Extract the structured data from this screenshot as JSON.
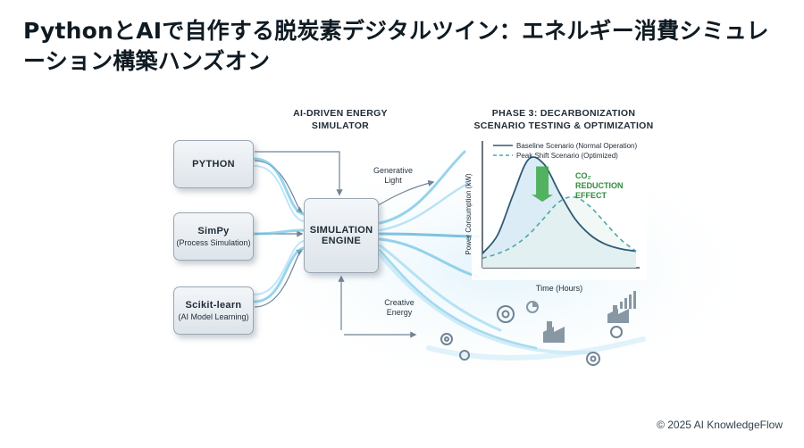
{
  "slide": {
    "title": "PythonとAIで自作する脱炭素デジタルツイン：エネルギー消費シミュレーション構築ハンズオン",
    "footer": "© 2025 AI KnowledgeFlow"
  },
  "diagram": {
    "simulator_heading": [
      "AI-DRIVEN ENERGY",
      "SIMULATOR"
    ],
    "phase_heading": [
      "PHASE 3: DECARBONIZATION",
      "SCENARIO TESTING & OPTIMIZATION"
    ],
    "inputs": [
      {
        "name": "PYTHON",
        "desc": ""
      },
      {
        "name": "SimPy",
        "desc": "(Process Simulation)"
      },
      {
        "name": "Scikit-learn",
        "desc": "(AI Model Learning)"
      }
    ],
    "engine": [
      "SIMULATION",
      "ENGINE"
    ],
    "annotations": {
      "generative": [
        "Generative",
        "Light"
      ],
      "creative": [
        "Creative",
        "Energy"
      ]
    },
    "icons": [
      "gear-icon",
      "factory-icon",
      "bar-chart-icon",
      "pie-chart-icon"
    ],
    "colors": {
      "accent": "#2e9fc4",
      "curve": "#2f5a75",
      "reduction": "#3aa845"
    }
  },
  "chart_data": {
    "type": "line",
    "title": "",
    "xlabel": "Time (Hours)",
    "ylabel": "Power Consumption (kW)",
    "x": [
      0,
      1,
      2,
      3,
      4,
      5,
      6,
      7,
      8,
      9,
      10
    ],
    "series": [
      {
        "name": "Baseline Scenario (Normal Operation)",
        "style": "solid",
        "values": [
          12,
          28,
          62,
          92,
          88,
          64,
          42,
          28,
          20,
          16,
          14
        ]
      },
      {
        "name": "Peak Shift Scenario (Optimized)",
        "style": "dashed",
        "values": [
          8,
          12,
          18,
          28,
          42,
          56,
          60,
          52,
          38,
          24,
          14
        ]
      }
    ],
    "ylim": [
      0,
      100
    ],
    "grid": false,
    "legend": "top-left",
    "annotation": {
      "lines": [
        "CO₂",
        "REDUCTION",
        "EFFECT"
      ]
    }
  }
}
